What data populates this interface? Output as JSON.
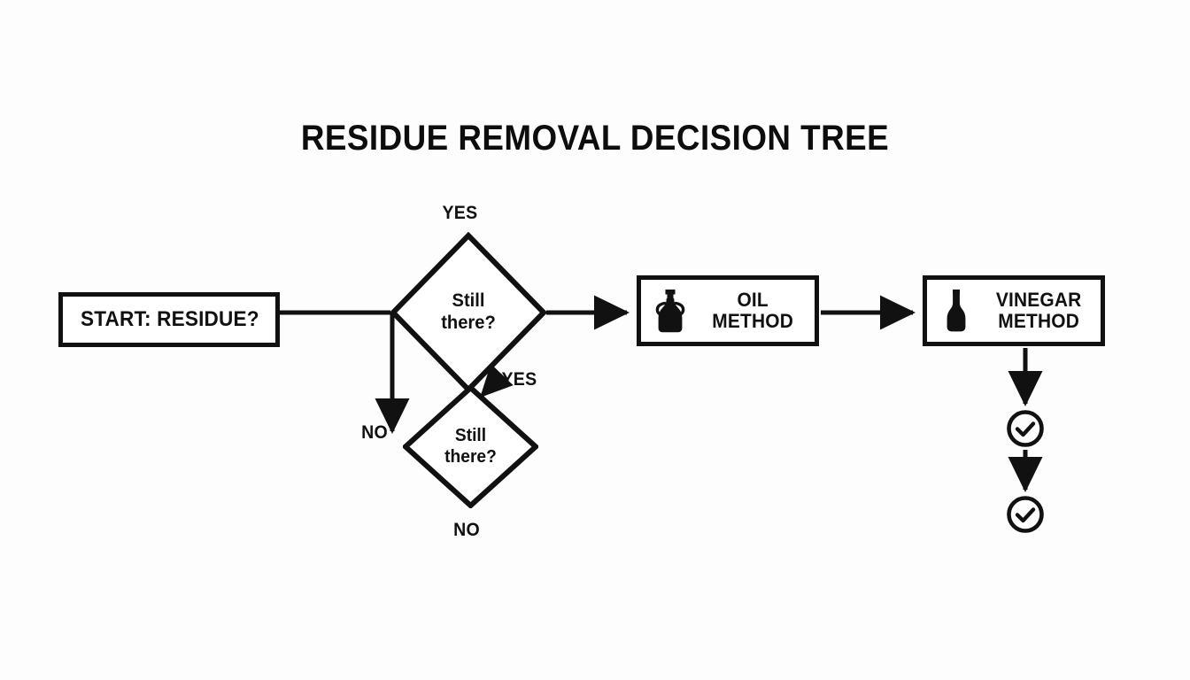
{
  "page": {
    "title": "RESIDUE REMOVAL DECISION TREE",
    "background_color": "#fdfdfd",
    "ink_color": "#111111"
  },
  "diagram": {
    "type": "flowchart",
    "orientation": "left-to-right",
    "nodes": [
      {
        "id": "start",
        "shape": "rectangle",
        "label": "START: RESIDUE?",
        "icon": null
      },
      {
        "id": "decision1",
        "shape": "diamond",
        "label_line1": "Still",
        "label_line2": "there?",
        "icon": null
      },
      {
        "id": "decision2",
        "shape": "diamond",
        "label_line1": "Still",
        "label_line2": "there?",
        "icon": null
      },
      {
        "id": "oil",
        "shape": "rectangle",
        "label_line1": "OIL",
        "label_line2": "METHOD",
        "icon": "oil-cruet-icon"
      },
      {
        "id": "vinegar",
        "shape": "rectangle",
        "label_line1": "VINEGAR",
        "label_line2": "METHOD",
        "icon": "vinegar-bottle-icon"
      },
      {
        "id": "done1",
        "shape": "circle",
        "label": "",
        "icon": "check-circle-icon"
      },
      {
        "id": "done2",
        "shape": "circle",
        "label": "",
        "icon": "check-circle-icon"
      }
    ],
    "edge_labels": {
      "yes_top": "YES",
      "no_left": "NO",
      "yes_middle": "YES",
      "no_bottom": "NO"
    },
    "edges": [
      {
        "from": "start",
        "to": "decision1",
        "label": ""
      },
      {
        "from": "decision1",
        "to": "oil",
        "label": "YES"
      },
      {
        "from": "decision1",
        "to": "decision2",
        "label": "NO"
      },
      {
        "from": "decision2",
        "to": "oil",
        "label": "YES"
      },
      {
        "from": "decision2",
        "to": "",
        "label": "NO"
      },
      {
        "from": "oil",
        "to": "vinegar",
        "label": ""
      },
      {
        "from": "vinegar",
        "to": "done1",
        "label": ""
      },
      {
        "from": "done1",
        "to": "done2",
        "label": ""
      }
    ]
  }
}
